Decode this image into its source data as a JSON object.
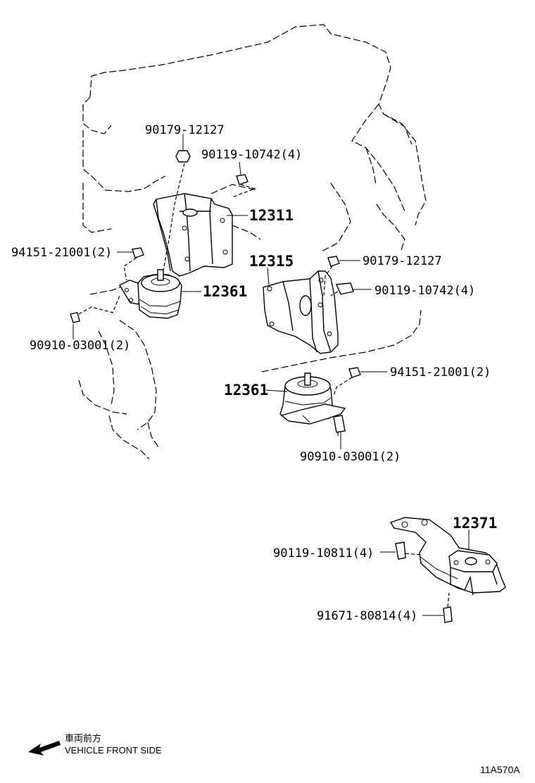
{
  "diagram": {
    "parts": {
      "nut_top_left": "90179-12127",
      "bolt_top_left": "90119-10742(4)",
      "bracket_front": "12311",
      "nut_left_insulator": "94151-21001(2)",
      "insulator_left": "12361",
      "bolt_left_lower": "90910-03001(2)",
      "bracket_rear": "12315",
      "nut_right_top": "90179-12127",
      "bolt_right_top": "90119-10742(4)",
      "nut_right_insulator": "94151-21001(2)",
      "insulator_right": "12361",
      "bolt_right_lower": "90910-03001(2)",
      "rear_mount": "12371",
      "bolt_rear_mount": "90119-10811(4)",
      "bolt_rear_lower": "91671-80814(4)"
    },
    "direction": {
      "japanese": "車両前方",
      "english": "VEHICLE FRONT SIDE"
    },
    "figure_code": "11A570A"
  }
}
